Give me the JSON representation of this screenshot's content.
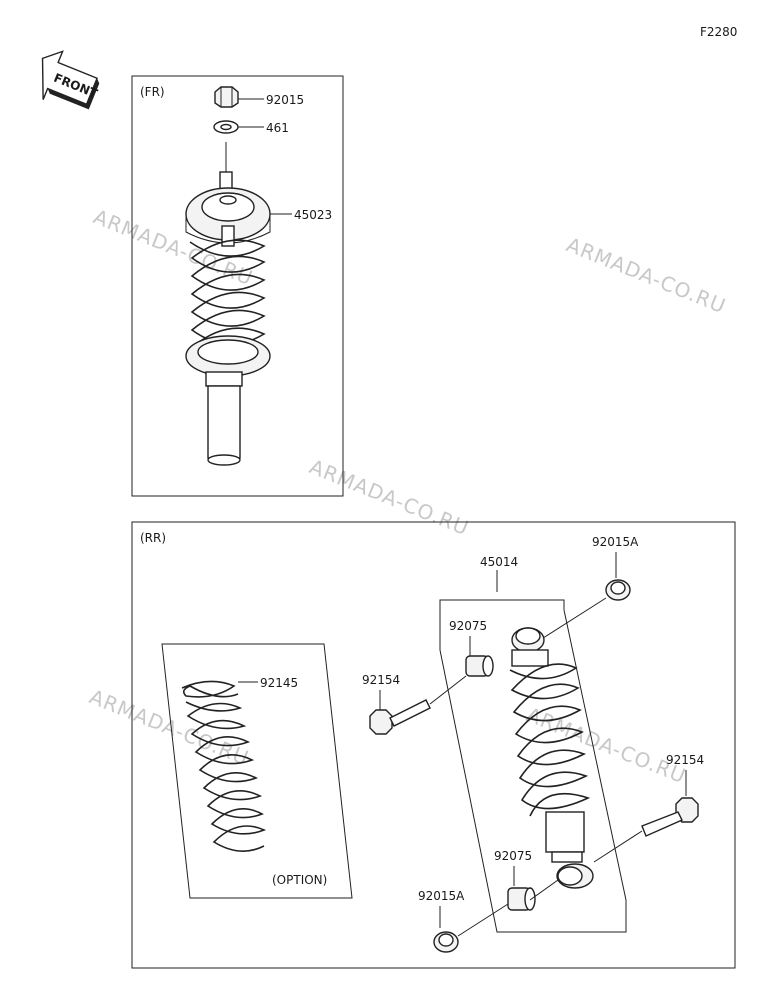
{
  "figure_code": "F2280",
  "front_arrow_label": "FRONT",
  "watermark": "ARMADA-CO.RU",
  "front_section": {
    "title": "(FR)",
    "parts": [
      {
        "number": "92015"
      },
      {
        "number": "461"
      },
      {
        "number": "45023"
      }
    ]
  },
  "rear_section": {
    "title": "(RR)",
    "option_label": "(OPTION)",
    "parts": [
      {
        "number": "92015A"
      },
      {
        "number": "45014"
      },
      {
        "number": "92075"
      },
      {
        "number": "92154"
      },
      {
        "number": "92145"
      },
      {
        "number": "92154"
      },
      {
        "number": "92075"
      },
      {
        "number": "92015A"
      }
    ]
  }
}
